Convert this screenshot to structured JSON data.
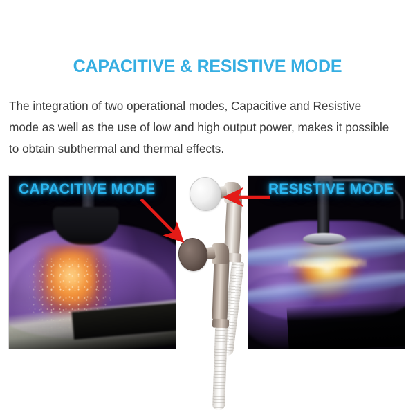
{
  "page": {
    "background_color": "#ffffff",
    "title": "CAPACITIVE & RESISTIVE MODE",
    "title_color": "#35aee2"
  },
  "paragraph": {
    "line1": "The integration of two operational modes, Capacitive and Resistive",
    "line2": "mode as well as the use of low and high output power, makes it possible",
    "line3": "to obtain subthermal and thermal effects.",
    "text_color": "#3b3b3b"
  },
  "figures": {
    "left_panel": {
      "label": "CAPACITIVE MODE",
      "label_color": "#2bb6f0",
      "background_color": "#050308",
      "description_colors": {
        "skin": "#7e54af",
        "heat_glow": "#f3882c",
        "sparkles": "#fff2d7"
      }
    },
    "right_panel": {
      "label": "RESISTIVE MODE",
      "label_color": "#2bb6f0",
      "background_color": "#050308",
      "description_colors": {
        "skin": "#68409c",
        "energy_core": "#ffd660",
        "band": "#a8cbf0"
      }
    },
    "center": {
      "background_color": "#ffffff",
      "electrode_top_color": "#e9e5e0",
      "electrode_bottom_color": "#6f5f58"
    },
    "arrows": {
      "color": "#e41b17",
      "left_arrow_name": "capacitive-mode-arrow",
      "right_arrow_name": "resistive-mode-arrow"
    }
  }
}
